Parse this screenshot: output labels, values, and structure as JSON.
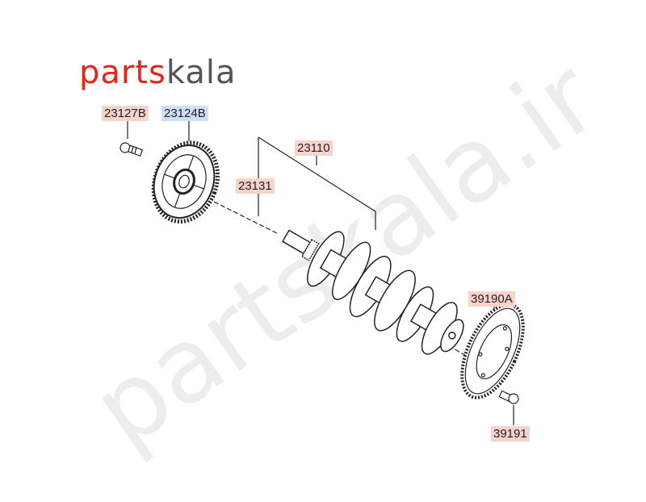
{
  "logo": {
    "part1": "parts",
    "part2": "kala"
  },
  "watermark": "partskala.ir",
  "labels": {
    "crank_bolt": "23127B",
    "damper_pulley": "23124B",
    "crankshaft_assy": "23110",
    "key": "23131",
    "drive_plate": "39190A",
    "drive_plate_bolt": "39191"
  }
}
